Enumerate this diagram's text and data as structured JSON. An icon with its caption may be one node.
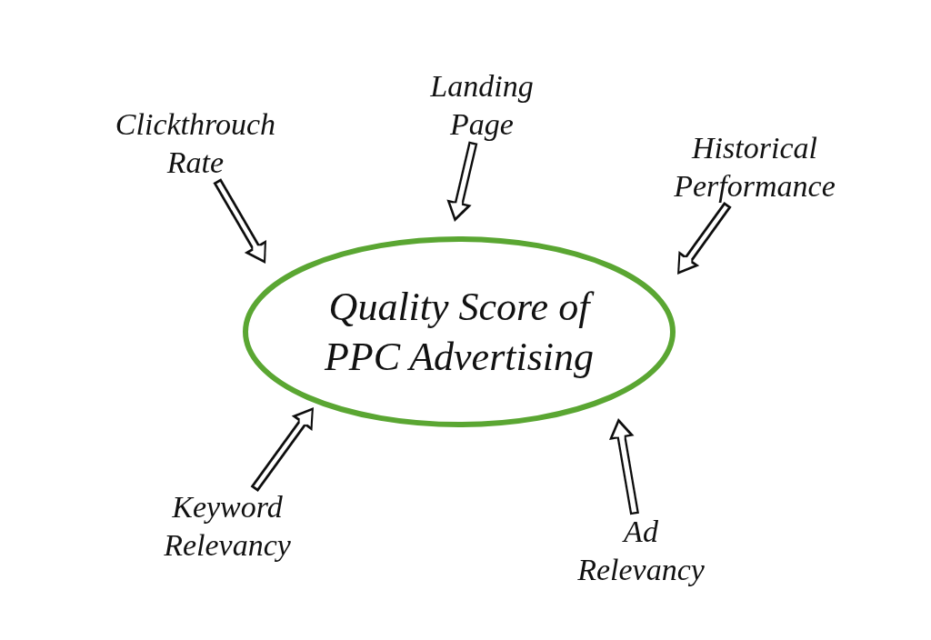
{
  "diagram": {
    "nodes": [
      {
        "text": [
          "Quality Score of PPC Advertising"
        ]
      },
      {
        "text": [
          "Clickthrouch Rate"
        ]
      },
      {
        "text": [
          "Landing Page"
        ]
      },
      {
        "text": [
          "Historical Performance"
        ]
      },
      {
        "text": [
          "Keyword Relevancy"
        ]
      },
      {
        "text": [
          "Ad Relevancy"
        ]
      }
    ],
    "edges": [
      {
        "from": 1,
        "to": 0,
        "arrow": "to"
      },
      {
        "from": 2,
        "to": 0,
        "arrow": "to"
      },
      {
        "from": 3,
        "to": 0,
        "arrow": "to"
      },
      {
        "from": 4,
        "to": 0,
        "arrow": "to"
      },
      {
        "from": 5,
        "to": 0,
        "arrow": "to"
      }
    ]
  }
}
